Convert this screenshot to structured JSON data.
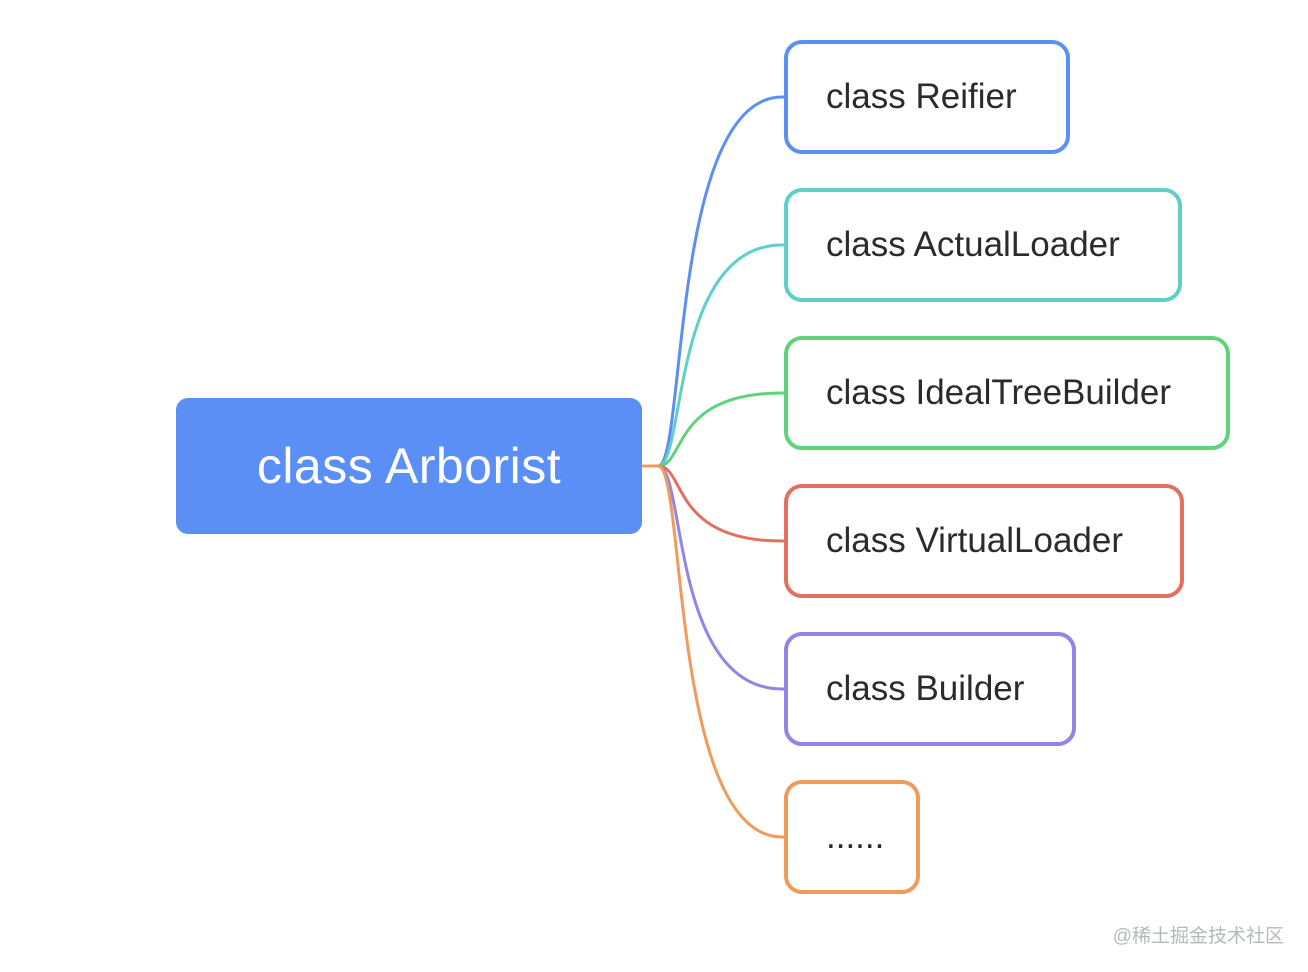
{
  "root": {
    "label": "class Arborist",
    "color": "#5b8ff5"
  },
  "children": [
    {
      "label": "class Reifier",
      "color": "#5b8ff0"
    },
    {
      "label": "class ActualLoader",
      "color": "#5fcfca"
    },
    {
      "label": "class IdealTreeBuilder",
      "color": "#5fd37a"
    },
    {
      "label": "class VirtualLoader",
      "color": "#e2705f"
    },
    {
      "label": "class Builder",
      "color": "#9384e6"
    },
    {
      "label": "......",
      "color": "#ef9b5c"
    }
  ],
  "watermark": "@稀土掘金技术社区"
}
